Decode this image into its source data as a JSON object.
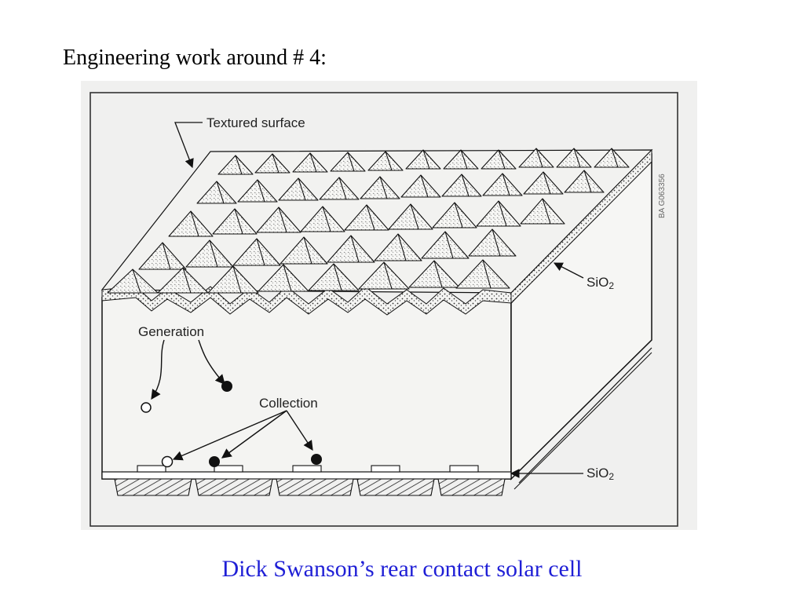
{
  "slide": {
    "title": "Engineering work around # 4:",
    "caption": "Dick Swanson’s rear contact solar cell",
    "caption_color": "#1f1fd6"
  },
  "diagram": {
    "labels": {
      "textured_surface": "Textured surface",
      "sio2": "SiO",
      "sio2_subscript": "2",
      "generation": "Generation",
      "collection": "Collection"
    },
    "side_stamp": "BA G063356",
    "icons": {
      "pyramid_texture": "pyramid-texture-icon",
      "hole_carrier": "open-circle-icon",
      "electron_carrier": "filled-circle-icon"
    }
  }
}
